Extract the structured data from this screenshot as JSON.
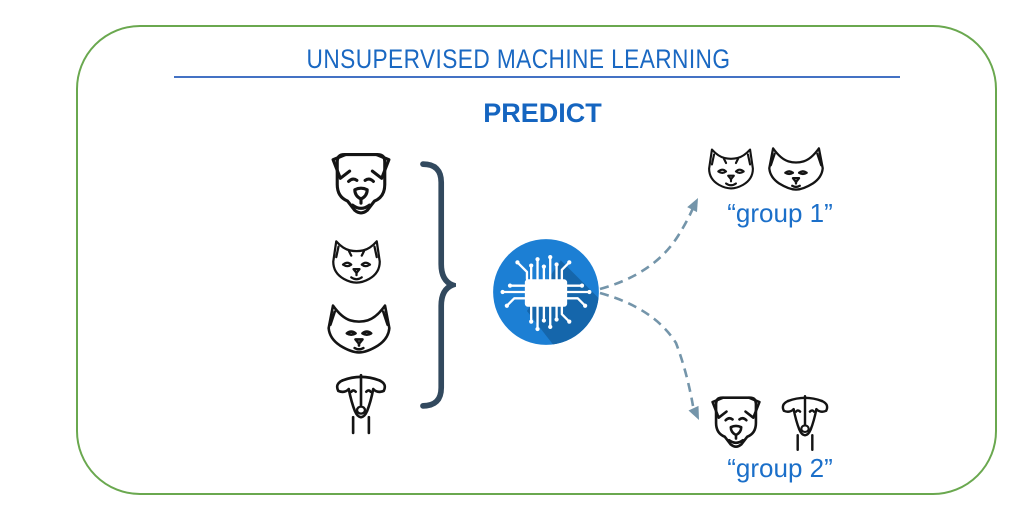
{
  "diagram": {
    "title": "UNSUPERVISED MACHINE LEARNING",
    "stage_label": "PREDICT",
    "input": {
      "icons": [
        "terrier-dog-face-icon",
        "sphynx-cat-face-icon",
        "oriental-cat-face-icon",
        "greyhound-dog-face-icon"
      ]
    },
    "processor": {
      "icon": "microchip-icon"
    },
    "groups": [
      {
        "label": "“group 1”",
        "icons": [
          "sphynx-cat-face-icon",
          "oriental-cat-face-icon"
        ]
      },
      {
        "label": "“group 2”",
        "icons": [
          "terrier-dog-face-icon",
          "greyhound-dog-face-icon"
        ]
      }
    ],
    "colors": {
      "title_blue": "#1a68c2",
      "predict_blue": "#1565c0",
      "divider_blue": "#4472c4",
      "border_green": "#6aa84f",
      "brace_slate": "#32495e",
      "circle_blue": "#1c7fd4",
      "circle_shadow": "#1566ab",
      "arrow_blue_gray": "#7495aa",
      "icon_ink": "#141414",
      "group_label_blue": "#1b6fc9"
    }
  }
}
